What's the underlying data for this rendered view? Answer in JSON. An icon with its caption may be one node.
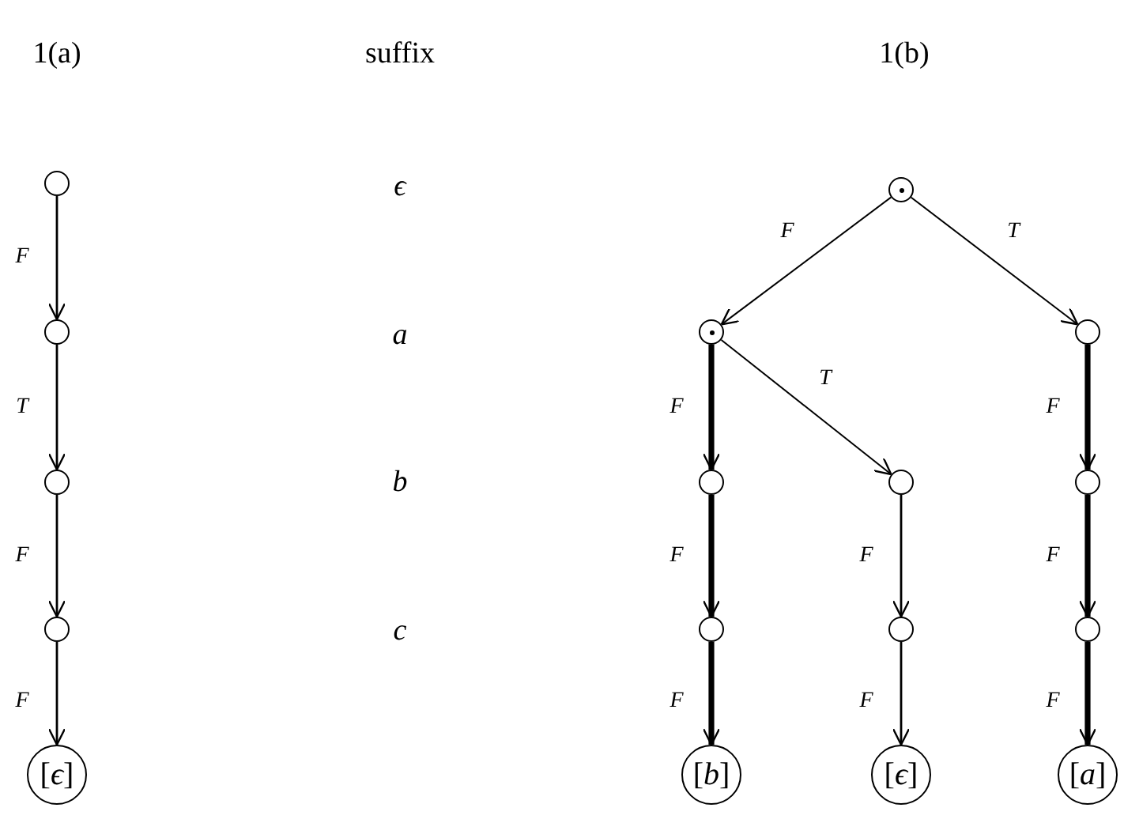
{
  "diagram": {
    "nodes": [
      {
        "text": [],
        "shape": "circle"
      },
      {
        "text": [],
        "shape": "circle"
      },
      {
        "text": [],
        "shape": "circle"
      },
      {
        "text": [],
        "shape": "circle"
      },
      {
        "text": [
          "[*ϵ*]"
        ]
      },
      {
        "text": [],
        "shape": "circle"
      },
      {
        "text": [],
        "shape": "circle"
      },
      {
        "text": [],
        "shape": "circle"
      },
      {
        "text": [],
        "shape": "circle"
      },
      {
        "text": [],
        "shape": "circle"
      },
      {
        "text": [],
        "shape": "circle"
      },
      {
        "text": [],
        "shape": "circle"
      },
      {
        "text": [],
        "shape": "circle"
      },
      {
        "text": [],
        "shape": "circle"
      },
      {
        "text": [
          "[*b*]"
        ]
      },
      {
        "text": [
          "[*ϵ*]"
        ]
      },
      {
        "text": [
          "[*a*]"
        ]
      }
    ],
    "edges": [
      {
        "from": 0,
        "to": 1,
        "arrow": "to",
        "label": "F"
      },
      {
        "from": 1,
        "to": 2,
        "arrow": "to",
        "label": "T"
      },
      {
        "from": 2,
        "to": 3,
        "arrow": "to",
        "label": "F"
      },
      {
        "from": 3,
        "to": 4,
        "arrow": "to",
        "label": "F"
      },
      {
        "from": 5,
        "to": 6,
        "arrow": "to",
        "label": "F"
      },
      {
        "from": 5,
        "to": 7,
        "arrow": "to",
        "label": "T"
      },
      {
        "from": 6,
        "to": 8,
        "arrow": "to",
        "label": "F",
        "style": "thick"
      },
      {
        "from": 6,
        "to": 9,
        "arrow": "to",
        "label": "T"
      },
      {
        "from": 8,
        "to": 11,
        "arrow": "to",
        "label": "F",
        "style": "thick"
      },
      {
        "from": 11,
        "to": 14,
        "arrow": "to",
        "label": "F",
        "style": "thick"
      },
      {
        "from": 9,
        "to": 12,
        "arrow": "to",
        "label": "F"
      },
      {
        "from": 12,
        "to": 15,
        "arrow": "to",
        "label": "F"
      },
      {
        "from": 7,
        "to": 10,
        "arrow": "to",
        "label": "F",
        "style": "thick"
      },
      {
        "from": 10,
        "to": 13,
        "arrow": "to",
        "label": "F",
        "style": "thick"
      },
      {
        "from": 13,
        "to": 16,
        "arrow": "to",
        "label": "F",
        "style": "thick"
      }
    ],
    "labels": [
      "1(a)",
      "suffix",
      "1(b)",
      "ϵ",
      "a",
      "b",
      "c"
    ]
  }
}
